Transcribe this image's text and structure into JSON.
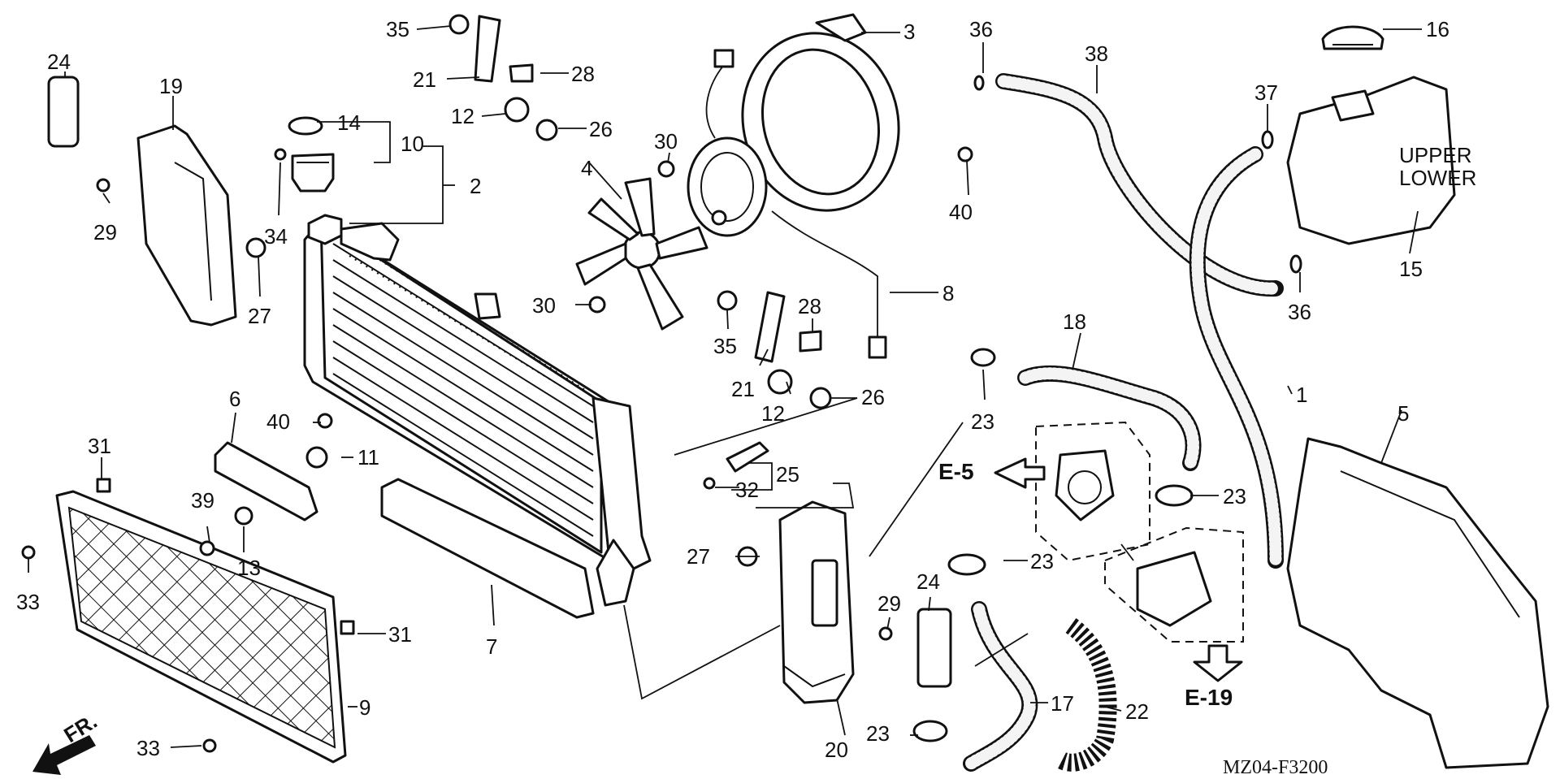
{
  "callouts": [
    {
      "id": "c24a",
      "text": "24"
    },
    {
      "id": "c19",
      "text": "19"
    },
    {
      "id": "c29a",
      "text": "29"
    },
    {
      "id": "c35a",
      "text": "35"
    },
    {
      "id": "c21a",
      "text": "21"
    },
    {
      "id": "c28a",
      "text": "28"
    },
    {
      "id": "c12a",
      "text": "12"
    },
    {
      "id": "c26a",
      "text": "26"
    },
    {
      "id": "c3",
      "text": "3"
    },
    {
      "id": "c36a",
      "text": "36"
    },
    {
      "id": "c38",
      "text": "38"
    },
    {
      "id": "c16",
      "text": "16"
    },
    {
      "id": "c37",
      "text": "37"
    },
    {
      "id": "c14",
      "text": "14"
    },
    {
      "id": "c10",
      "text": "10"
    },
    {
      "id": "c2",
      "text": "2"
    },
    {
      "id": "c34",
      "text": "34"
    },
    {
      "id": "c27a",
      "text": "27"
    },
    {
      "id": "c30a",
      "text": "30"
    },
    {
      "id": "c4",
      "text": "4"
    },
    {
      "id": "c40a",
      "text": "40"
    },
    {
      "id": "c15",
      "text": "15"
    },
    {
      "id": "c36b",
      "text": "36"
    },
    {
      "id": "c30b",
      "text": "30"
    },
    {
      "id": "c35b",
      "text": "35"
    },
    {
      "id": "c28b",
      "text": "28"
    },
    {
      "id": "c8",
      "text": "8"
    },
    {
      "id": "c18",
      "text": "18"
    },
    {
      "id": "c21b",
      "text": "21"
    },
    {
      "id": "c12b",
      "text": "12"
    },
    {
      "id": "c26b",
      "text": "26"
    },
    {
      "id": "c1",
      "text": "1"
    },
    {
      "id": "c23a",
      "text": "23"
    },
    {
      "id": "c5",
      "text": "5"
    },
    {
      "id": "c6",
      "text": "6"
    },
    {
      "id": "c40b",
      "text": "40"
    },
    {
      "id": "c11",
      "text": "11"
    },
    {
      "id": "c31a",
      "text": "31"
    },
    {
      "id": "c25",
      "text": "25"
    },
    {
      "id": "c32",
      "text": "32"
    },
    {
      "id": "c23b",
      "text": "23"
    },
    {
      "id": "c39",
      "text": "39"
    },
    {
      "id": "c13",
      "text": "13"
    },
    {
      "id": "c33a",
      "text": "33"
    },
    {
      "id": "c27b",
      "text": "27"
    },
    {
      "id": "c23c",
      "text": "23"
    },
    {
      "id": "c29b",
      "text": "29"
    },
    {
      "id": "c24b",
      "text": "24"
    },
    {
      "id": "c31b",
      "text": "31"
    },
    {
      "id": "c7",
      "text": "7"
    },
    {
      "id": "c9",
      "text": "9"
    },
    {
      "id": "c17",
      "text": "17"
    },
    {
      "id": "c22",
      "text": "22"
    },
    {
      "id": "c20",
      "text": "20"
    },
    {
      "id": "c23d",
      "text": "23"
    },
    {
      "id": "c33b",
      "text": "33"
    }
  ],
  "references": {
    "e5": "E-5",
    "e19": "E-19"
  },
  "front_marker": "FR.",
  "diagram_code": "MZ04-F3200",
  "tank_markings": {
    "upper": "UPPER",
    "lower": "LOWER"
  }
}
